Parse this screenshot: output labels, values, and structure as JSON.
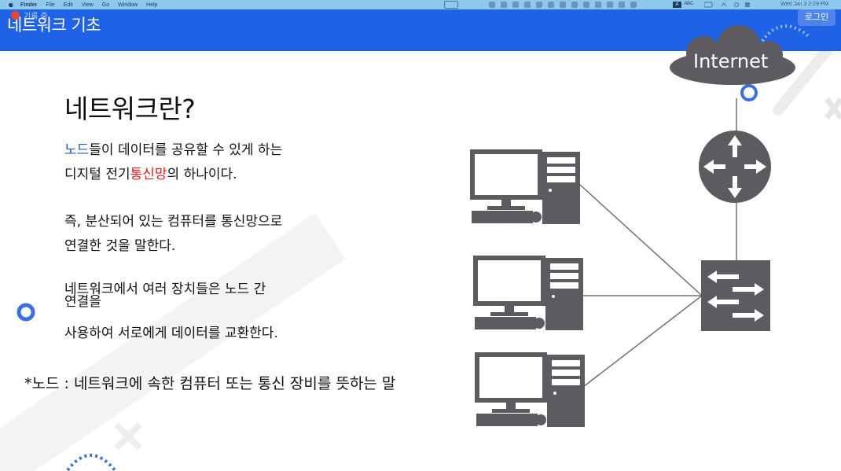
{
  "menubar": {
    "items": [
      "Finder",
      "File",
      "Edit",
      "View",
      "Go",
      "Window",
      "Help"
    ],
    "lang_badge": "A",
    "lang_label": "ABC",
    "clock": "Wed Jan 3 2:29 PM"
  },
  "header": {
    "title": "네트워크 기초",
    "record_label": "기록 중",
    "login_label": "로그인"
  },
  "slide": {
    "heading": "네트워크란?",
    "p1": {
      "node": "노드",
      "text1": "들이 데이터를 공유할 수 있게 하는",
      "text2a": "디지털 전기",
      "network": "통신망",
      "text2b": "의 하나이다."
    },
    "p2": {
      "line1": "즉, 분산되어 있는 컴퓨터를 통신망으로",
      "line2": "연결한 것을 말한다."
    },
    "p3": {
      "line1": "네트워크에서 여러 장치들은 노드 간",
      "line2": "연결을",
      "line3": "사용하여 서로에게 데이터를 교환한다."
    },
    "footnote": "*노드 : 네트워크에 속한 컴퓨터 또는 통신 장비를 뜻하는 말"
  },
  "diagram": {
    "internet_label": "Internet"
  },
  "colors": {
    "header_bg": "#1f62e6",
    "menubar_bg": "#8ec8ef",
    "device_gray": "#5d5b60",
    "highlight_blue": "#1a5bb8",
    "highlight_red": "#e41a1a",
    "accent_circle": "#3a6fe0"
  }
}
